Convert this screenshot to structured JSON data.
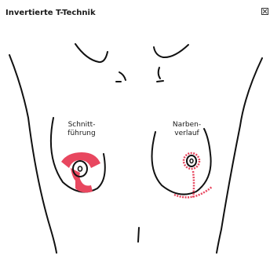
{
  "header": {
    "title": "Invertierte T-Technik"
  },
  "labels": {
    "schnitt_line1": "Schnitt-",
    "schnitt_line2": "führung",
    "narben_line1": "Narben-",
    "narben_line2": "verlauf"
  },
  "icons": {
    "close": "close-icon"
  },
  "colors": {
    "incision": "#e8475f",
    "stroke": "#111111"
  }
}
